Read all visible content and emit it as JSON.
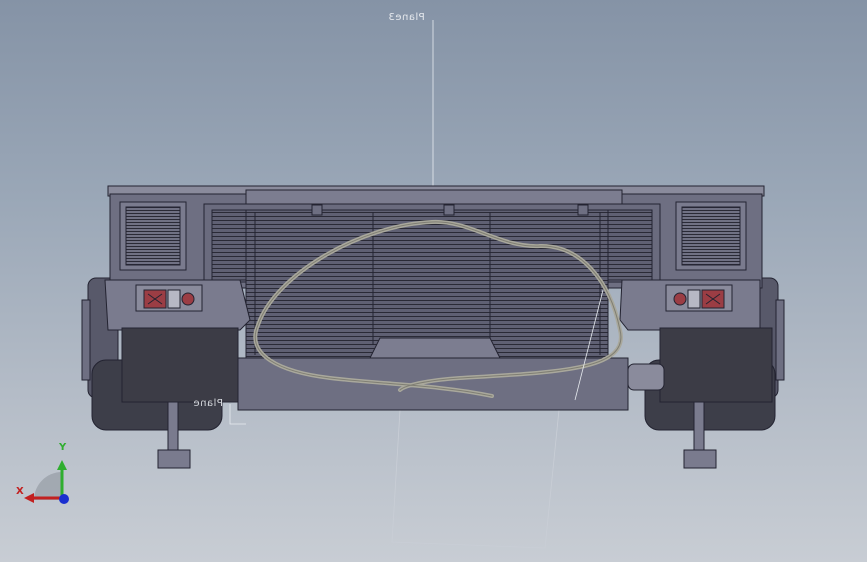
{
  "viewport": {
    "background_top": "#8593a6",
    "background_bottom": "#c8cdd4"
  },
  "planes": {
    "plane3_label": "Plane3",
    "plane_label_2": "Plane"
  },
  "triad": {
    "x_label": "X",
    "y_label": "Y",
    "x_color": "#c22020",
    "y_color": "#2fae2f",
    "z_color": "#1a2fd0"
  },
  "model": {
    "body_color": "#6e6f82",
    "dark_color": "#3c3c46",
    "line_color": "#232331",
    "cable_color": "#a9a89c"
  }
}
